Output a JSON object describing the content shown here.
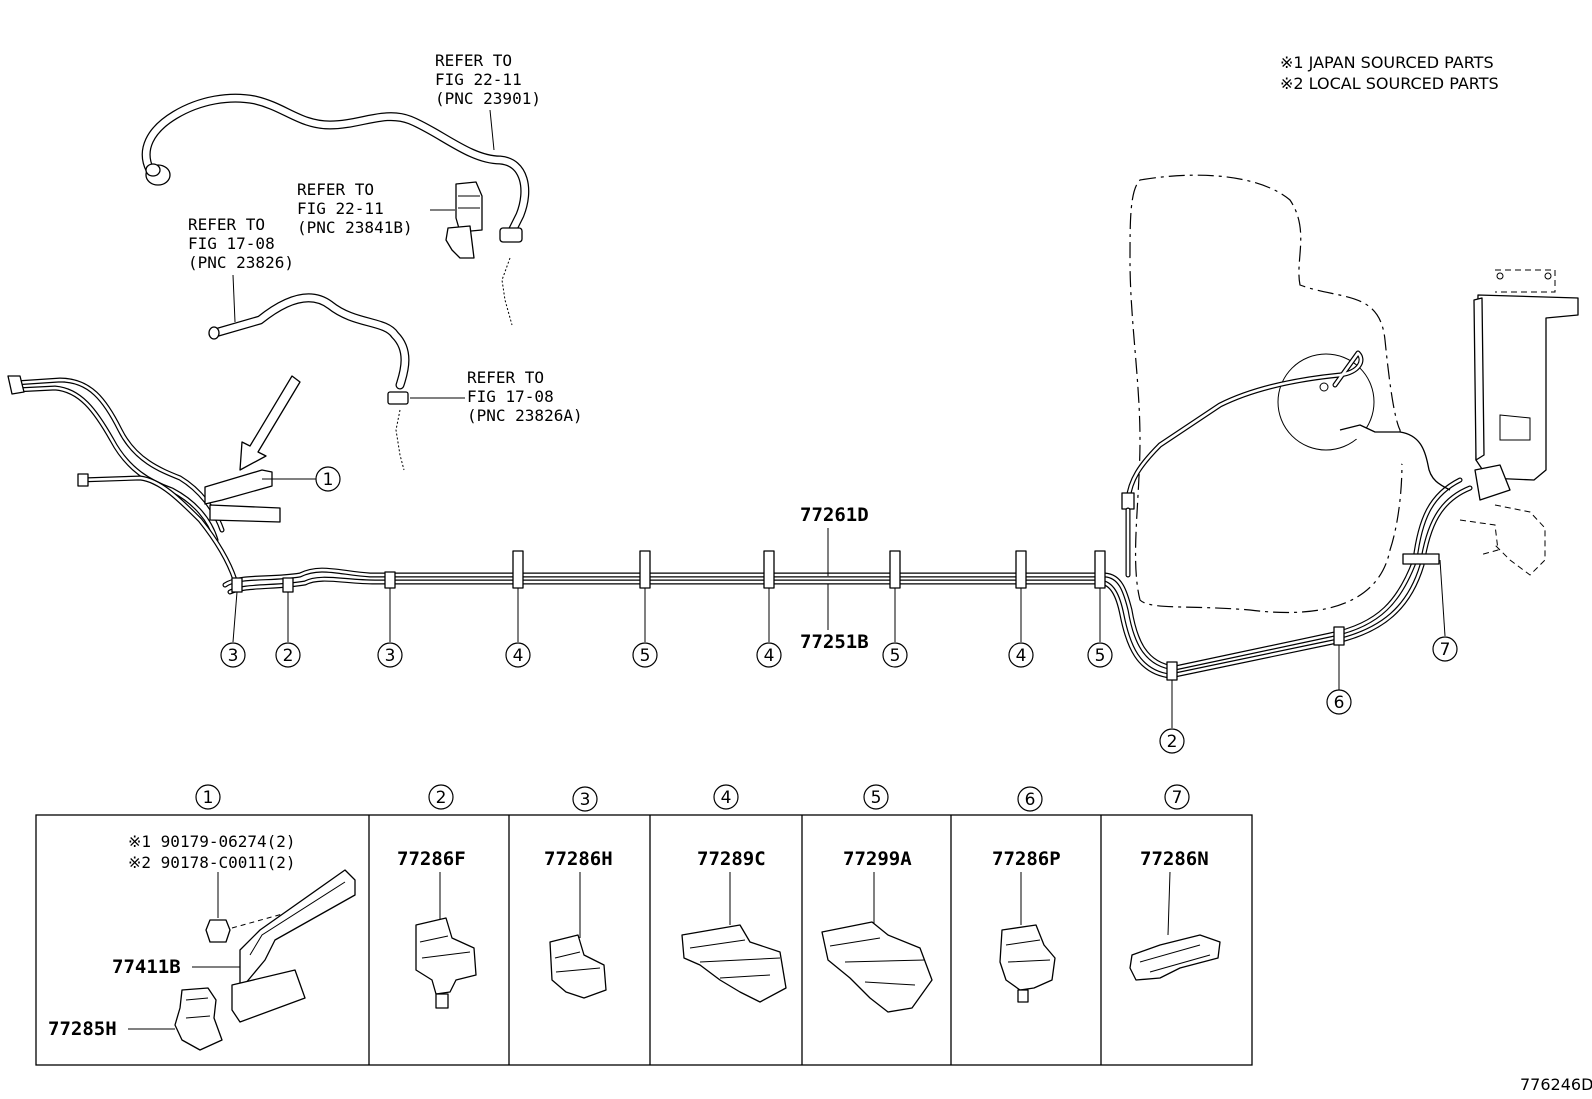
{
  "notes": {
    "japan": "※1 JAPAN SOURCED PARTS",
    "local": "※2 LOCAL SOURCED PARTS"
  },
  "refs": {
    "r23901": [
      "REFER TO",
      "FIG 22-11",
      "(PNC 23901)"
    ],
    "r23841b": [
      "REFER TO",
      "FIG 22-11",
      "(PNC 23841B)"
    ],
    "r23826": [
      "REFER TO",
      "FIG 17-08",
      "(PNC 23826)"
    ],
    "r23826a": [
      "REFER TO",
      "FIG 17-08",
      "(PNC 23826A)"
    ]
  },
  "main_parts": {
    "upper_line": "77261D",
    "lower_line": "77251B"
  },
  "callouts": {
    "c1": "1",
    "c2": "2",
    "c3": "3",
    "c4": "4",
    "c5": "5",
    "c6": "6",
    "c7": "7"
  },
  "detail": {
    "headers": [
      "1",
      "2",
      "3",
      "4",
      "5",
      "6",
      "7"
    ],
    "box1": {
      "line1": "※1 90179-06274(2)",
      "line2": "※2 90178-C0011(2)",
      "bracket": "77411B",
      "clip": "77285H"
    },
    "clips": [
      "77286F",
      "77286H",
      "77289C",
      "77299A",
      "77286P",
      "77286N"
    ]
  },
  "figure_id": "776246D"
}
